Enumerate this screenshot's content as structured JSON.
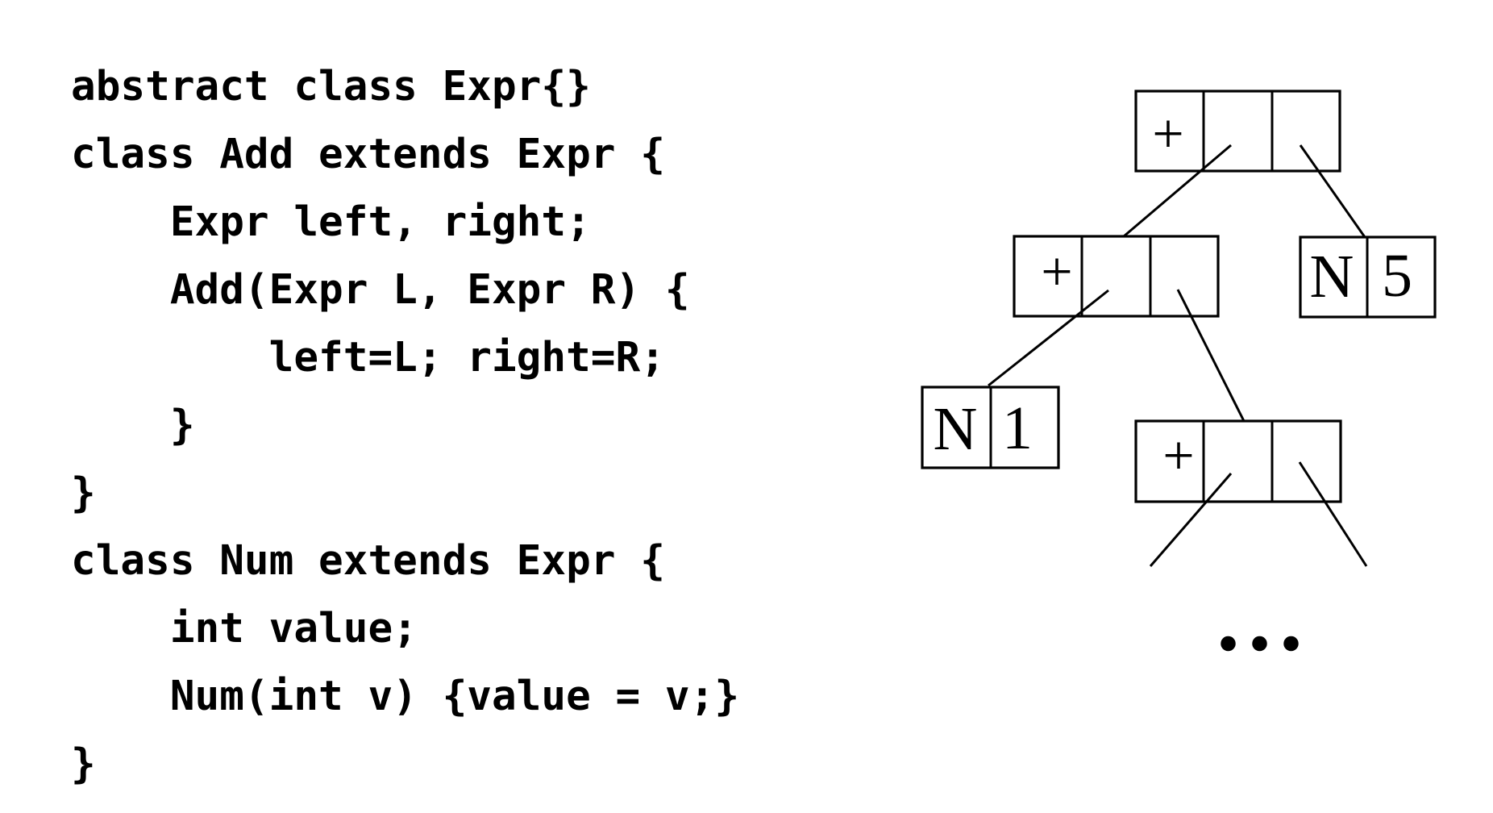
{
  "colors": {
    "background": "#ffffff",
    "ink": "#000000"
  },
  "code": {
    "language": "java",
    "text": "abstract class Expr{}\nclass Add extends Expr {\n    Expr left, right;\n    Add(Expr L, Expr R) {\n        left=L; right=R;\n    }\n}\nclass Num extends Expr {\n    int value;\n    Num(int v) {value = v;}\n}"
  },
  "diagram": {
    "description": "expression tree of cons-cell style boxes",
    "nodes": {
      "root_add": {
        "op": "+"
      },
      "left_add": {
        "op": "+"
      },
      "inner_add": {
        "op": "+"
      },
      "num5": {
        "tag": "N",
        "value": "5"
      },
      "num1": {
        "tag": "N",
        "value": "1"
      }
    },
    "ellipsis": "..."
  }
}
